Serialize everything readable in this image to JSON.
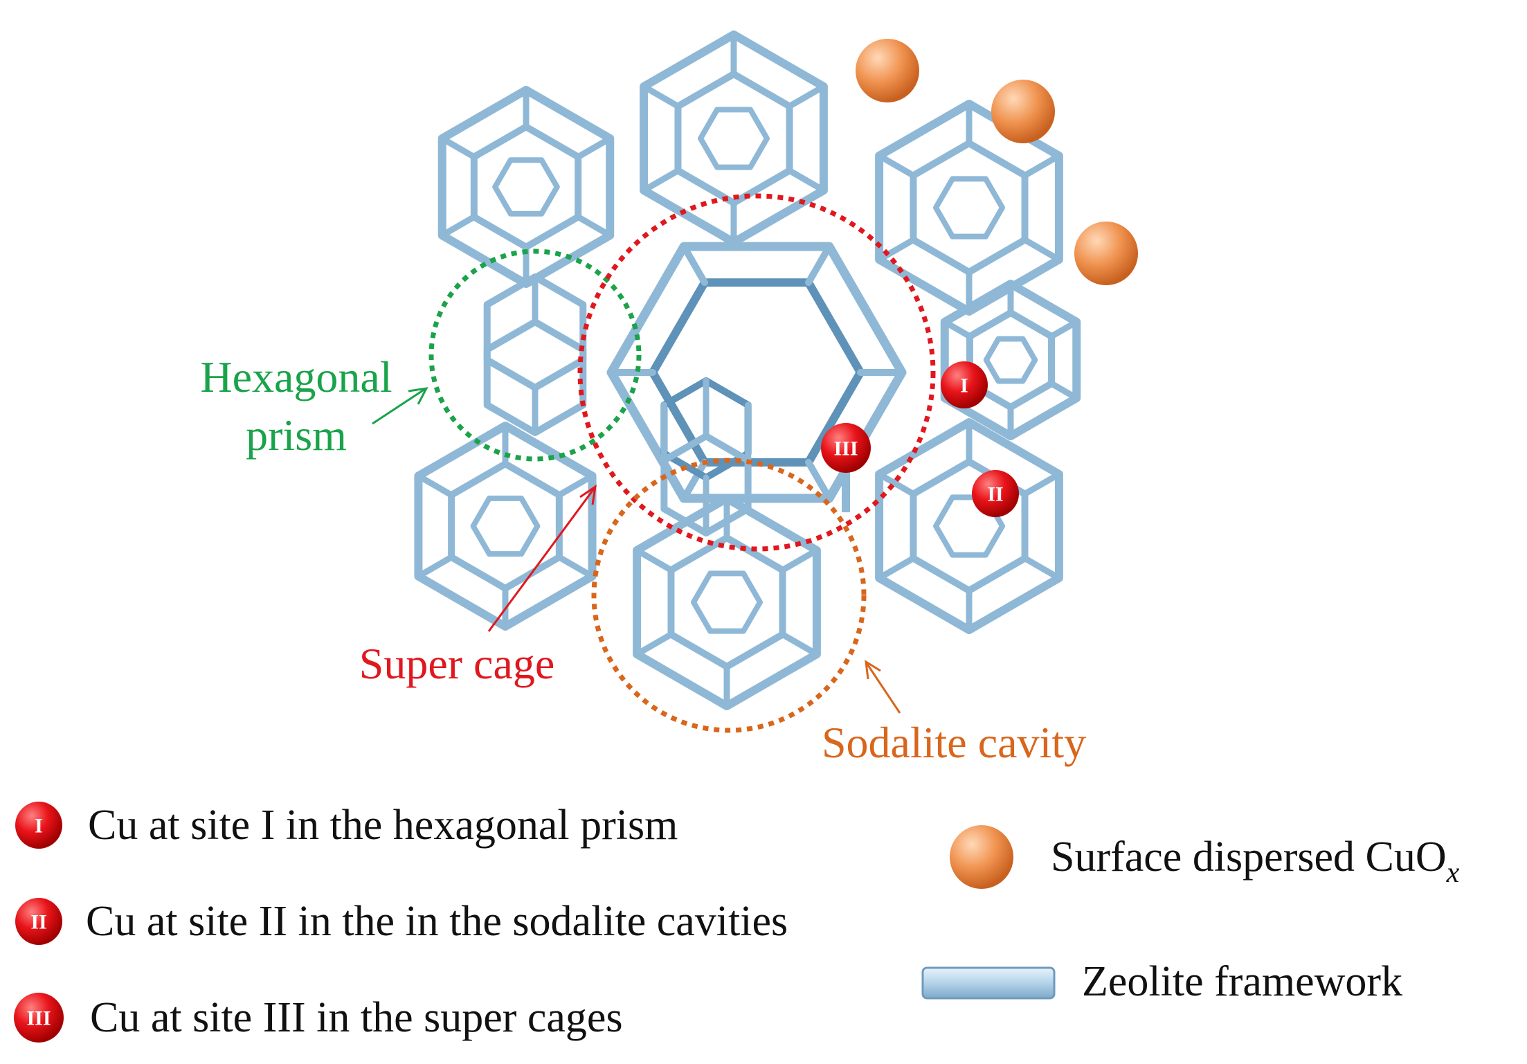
{
  "colors": {
    "framework": "#8fb8d6",
    "framework_edge": "#5f92b8",
    "hexagonal_prism": "#1aa34a",
    "super_cage": "#e0181e",
    "sodalite_cavity": "#d8661c",
    "cu_site": "#e8141a",
    "cuox_particle": "#f0924f"
  },
  "labels": {
    "hexagonal_prism": [
      "Hexagonal",
      "prism"
    ],
    "super_cage": "Super cage",
    "sodalite_cavity": "Sodalite cavity"
  },
  "site_markers": [
    {
      "roman": "I"
    },
    {
      "roman": "II"
    },
    {
      "roman": "III"
    }
  ],
  "legend": {
    "site_I": {
      "marker": "I",
      "text": "Cu at site I in the hexagonal prism"
    },
    "site_II": {
      "marker": "II",
      "text": "Cu at site II in the in the sodalite cavities"
    },
    "site_III": {
      "marker": "III",
      "text": "Cu at site III in the super cages"
    },
    "cuox": {
      "text": "Surface dispersed CuO",
      "subscript": "x"
    },
    "framework": {
      "text": "Zeolite framework"
    }
  }
}
